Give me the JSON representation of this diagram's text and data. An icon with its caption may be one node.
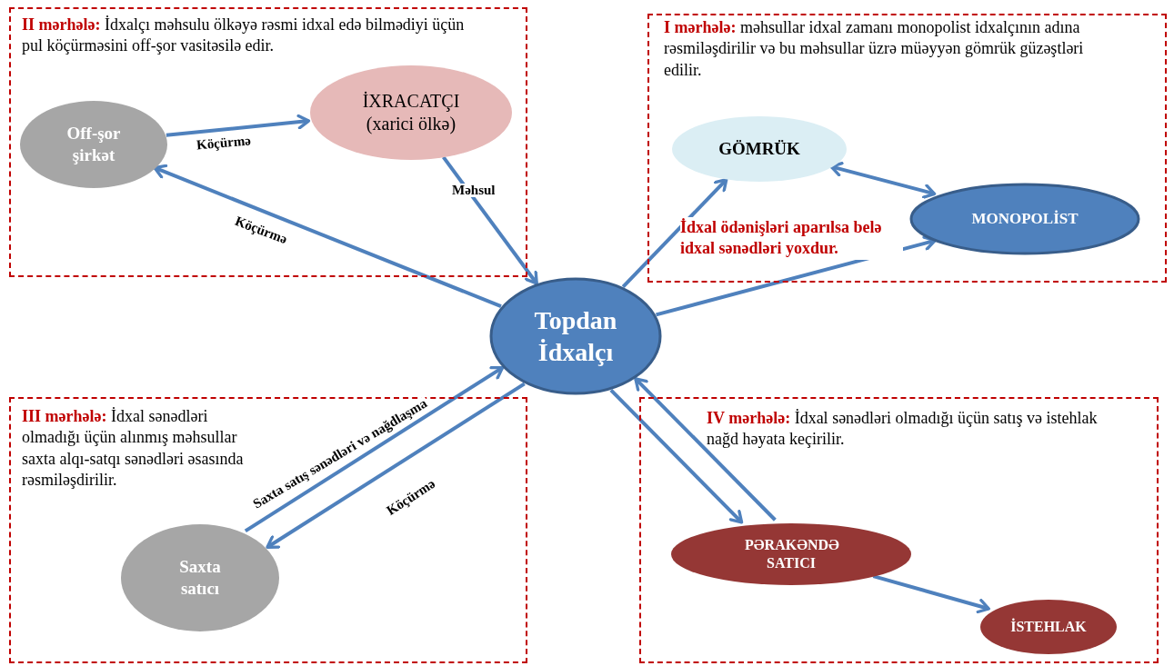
{
  "diagram": {
    "nodes": [
      {
        "text": [
          "**II mərhələ:** İdxalçı məhsulu ölkəyə rəsmi idxal edə bilmədiyi üçün pul köçürməsini off-şor vasitəsilə edir."
        ]
      },
      {
        "text": [
          "Off-şor şirkət"
        ],
        "in": 0
      },
      {
        "text": [
          "İXRACATÇI",
          "(xarici ölkə)"
        ],
        "in": 0
      },
      {
        "text": [
          "**I mərhələ:** məhsullar idxal zamanı monopolist idxalçının adına rəsmiləşdirilir və bu məhsullar üzrə müəyyən gömrük güzəştləri edilir.",
          "İdxal ödənişləri aparılsa belə idxal sənədləri yoxdur."
        ]
      },
      {
        "text": [
          "GÖMRÜK"
        ],
        "in": 3
      },
      {
        "text": [
          "MONOPOLİST"
        ],
        "in": 3
      },
      {
        "text": [
          "Topdan İdxalçı"
        ]
      },
      {
        "text": [
          "**III mərhələ:** İdxal sənədləri olmadığı üçün alınmış məhsullar saxta alqı-satqı sənədləri əsasında rəsmiləşdirilir."
        ]
      },
      {
        "text": [
          "Saxta satıcı"
        ],
        "in": 7
      },
      {
        "text": [
          "**IV mərhələ:** İdxal sənədləri olmadığı üçün satış və istehlak nağd həyata keçirilir."
        ]
      },
      {
        "text": [
          "PƏRAKƏNDƏ SATICI"
        ],
        "in": 9
      },
      {
        "text": [
          "İSTEHLAK"
        ],
        "in": 9
      }
    ],
    "edges": [
      {
        "from": 1,
        "to": 2,
        "arrow": "to",
        "label": "Köçürmə"
      },
      {
        "from": 6,
        "to": 1,
        "arrow": "to",
        "label": "Köçürmə"
      },
      {
        "from": 2,
        "to": 6,
        "arrow": "to",
        "label": "Məhsul"
      },
      {
        "from": 6,
        "to": 4,
        "arrow": "to"
      },
      {
        "from": 4,
        "to": 5,
        "arrow": "both"
      },
      {
        "from": 6,
        "to": 5,
        "arrow": "to"
      },
      {
        "from": 8,
        "to": 6,
        "arrow": "to",
        "label": "Saxta satış sənədləri və nağdlaşma"
      },
      {
        "from": 6,
        "to": 8,
        "arrow": "to",
        "label": "Köçürmə"
      },
      {
        "from": 6,
        "to": 10,
        "arrow": "to"
      },
      {
        "from": 10,
        "to": 6,
        "arrow": "to"
      },
      {
        "from": 10,
        "to": 11,
        "arrow": "to"
      }
    ]
  }
}
